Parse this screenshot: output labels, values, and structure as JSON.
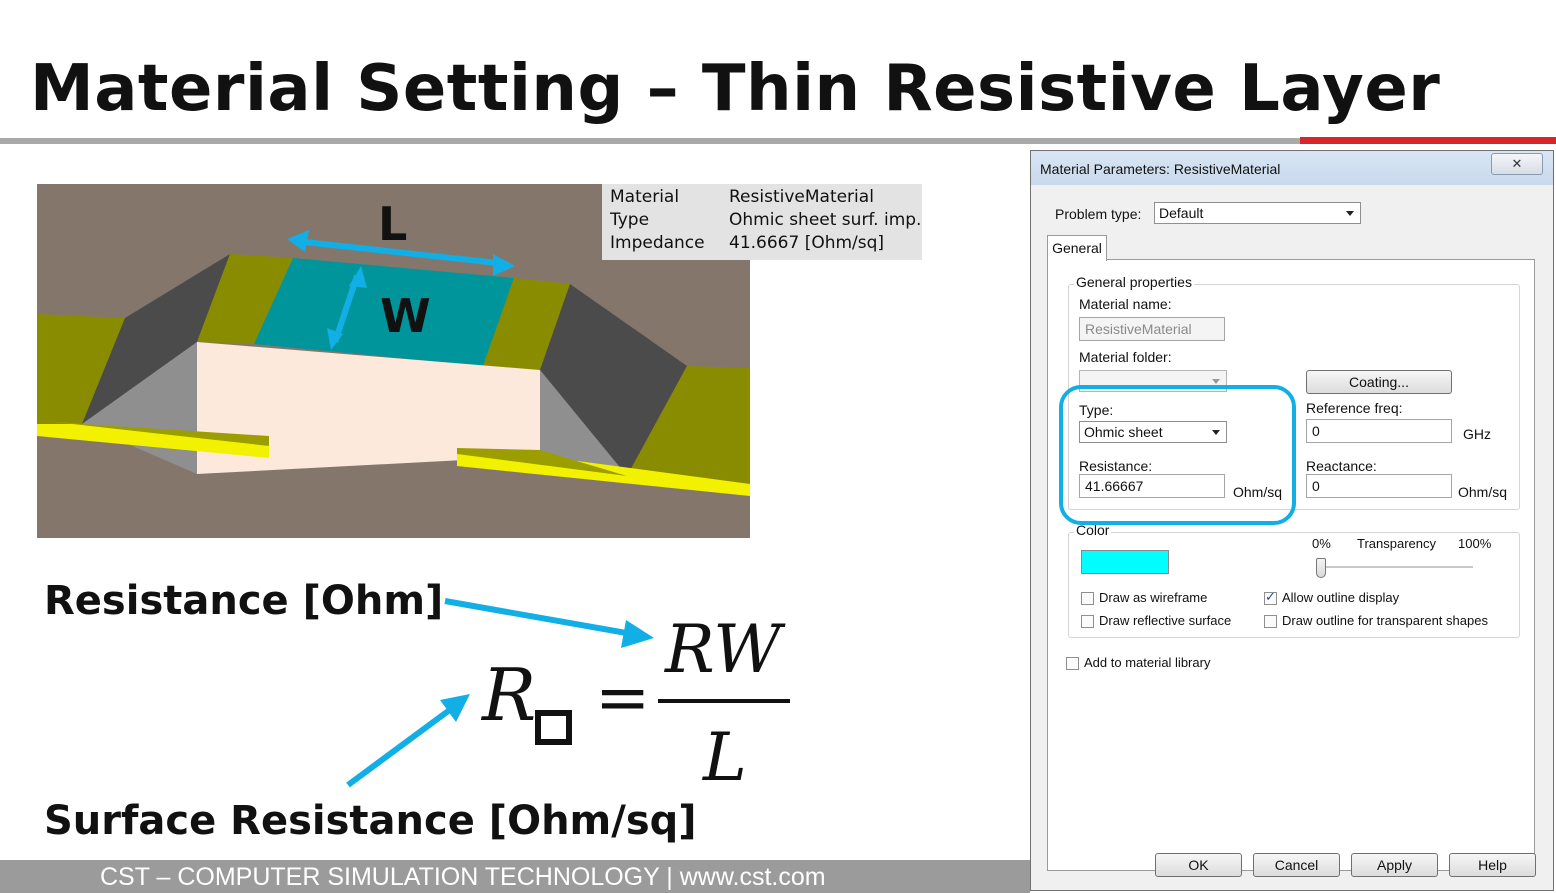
{
  "slide": {
    "title": "Material Setting – Thin Resistive Layer",
    "footer": "CST – COMPUTER SIMULATION TECHNOLOGY | www.cst.com"
  },
  "model_view": {
    "label_length": "L",
    "label_width": "W",
    "info": [
      {
        "key": "Material",
        "value": "ResistiveMaterial"
      },
      {
        "key": "Type",
        "value": "Ohmic sheet surf. imp."
      },
      {
        "key": "Impedance",
        "value": "41.6667 [Ohm/sq]"
      }
    ]
  },
  "equation": {
    "resistance_label": "Resistance [Ohm]",
    "surface_resistance_label": "Surface Resistance [Ohm/sq]",
    "lhs": "R",
    "numerator": "RW",
    "denominator": "L",
    "equals": "="
  },
  "dialog": {
    "title": "Material Parameters: ResistiveMaterial",
    "close_glyph": "✕",
    "problem_type_label": "Problem type:",
    "problem_type_value": "Default",
    "tab_general": "General",
    "general_properties_caption": "General properties",
    "material_name_label": "Material name:",
    "material_name_value": "ResistiveMaterial",
    "material_folder_label": "Material folder:",
    "material_folder_value": "",
    "coating_button": "Coating...",
    "type_label": "Type:",
    "type_value": "Ohmic sheet",
    "reference_freq_label": "Reference freq:",
    "reference_freq_value": "0",
    "reference_freq_unit": "GHz",
    "resistance_label": "Resistance:",
    "resistance_value": "41.66667",
    "resistance_unit": "Ohm/sq",
    "reactance_label": "Reactance:",
    "reactance_value": "0",
    "reactance_unit": "Ohm/sq",
    "color_caption": "Color",
    "color_value": "#00ffff",
    "transparency_min": "0%",
    "transparency_label": "Transparency",
    "transparency_max": "100%",
    "transparency_level": 0,
    "draw_wireframe": "Draw as wireframe",
    "draw_reflective": "Draw reflective surface",
    "allow_outline": "Allow outline display",
    "draw_outline_transparent": "Draw outline for transparent shapes",
    "add_to_library": "Add to material library",
    "ok": "OK",
    "cancel": "Cancel",
    "apply": "Apply",
    "help": "Help"
  },
  "colors": {
    "highlight": "#12aee6",
    "arrows": "#12aee6",
    "title_rule_gray": "#a9a9a9",
    "title_rule_red": "#d7262a"
  }
}
